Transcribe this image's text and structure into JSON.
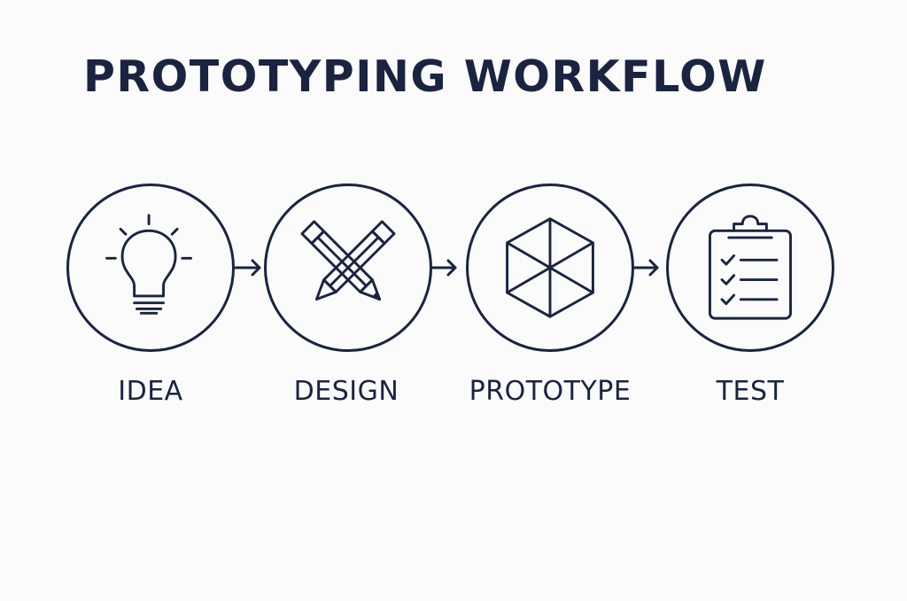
{
  "title": "PROTOTYPING WORKFLOW",
  "colors": {
    "ink": "#1a2440",
    "background": "#fbfbfc"
  },
  "stages": [
    {
      "label": "IDEA",
      "icon": "lightbulb-icon"
    },
    {
      "label": "DESIGN",
      "icon": "crossed-pencils-icon"
    },
    {
      "label": "PROTOTYPE",
      "icon": "hexagon-cube-icon"
    },
    {
      "label": "TEST",
      "icon": "clipboard-checklist-icon"
    }
  ],
  "connectors": [
    "arrow-right-icon",
    "arrow-right-icon",
    "arrow-right-icon"
  ]
}
